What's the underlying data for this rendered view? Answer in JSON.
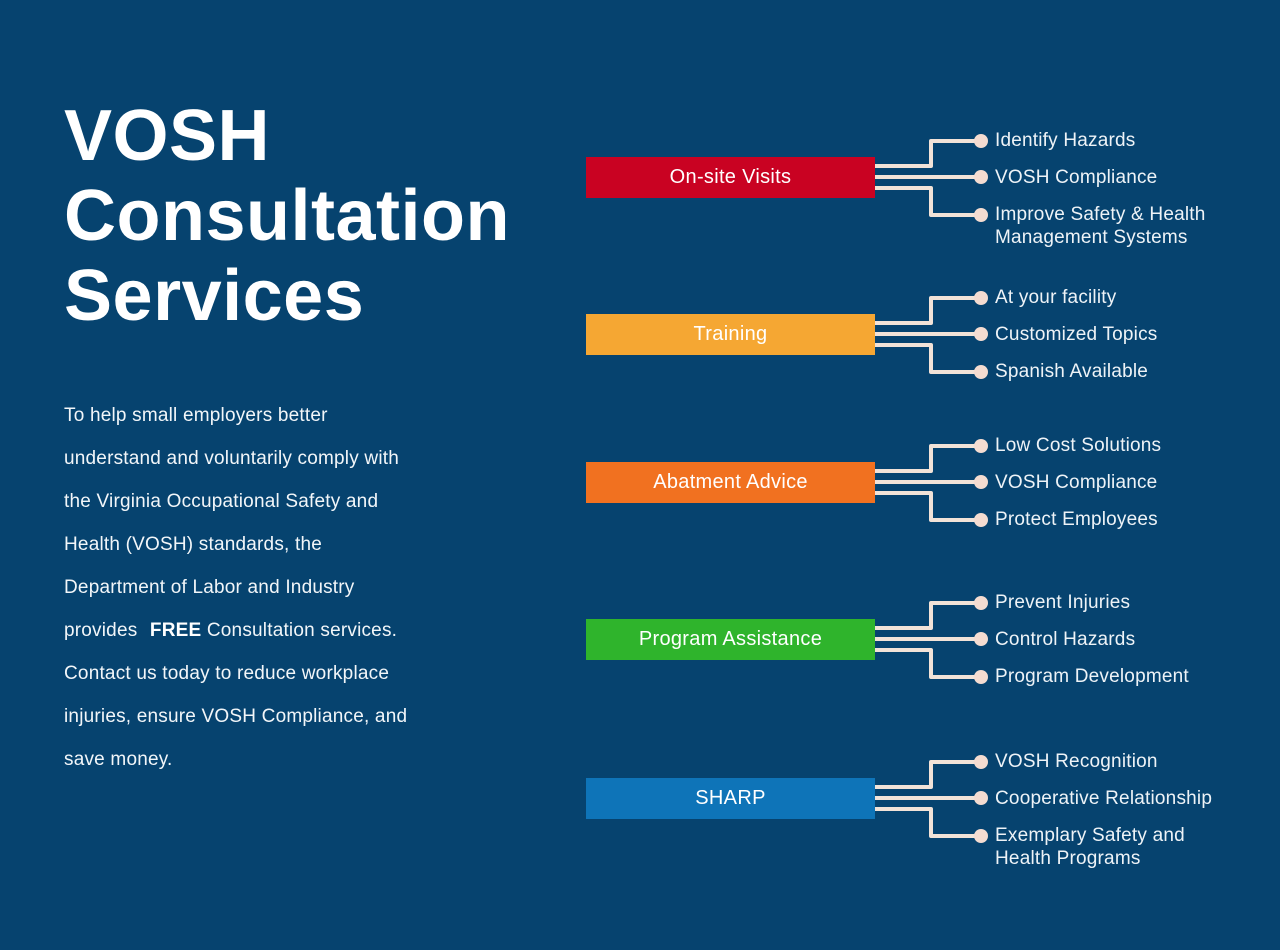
{
  "title": "VOSH\nConsultation\nServices",
  "intro": {
    "before_bold": "To help small employers better\nunderstand and voluntarily comply with\nthe Virginia Occupational Safety and\nHealth (VOSH) standards, the\nDepartment of Labor and Industry\nprovides ",
    "bold": "FREE",
    "after_bold": " Consultation services.\nContact us today to reduce workplace\ninjuries, ensure VOSH Compliance, and\nsave money."
  },
  "colors": {
    "background": "#06436f",
    "title_text": "#ffffff",
    "body_text": "#f2f6f9",
    "connector_line": "#f2e3d8",
    "connector_dot": "#f4dcd1",
    "bar_onsite_visits": "#c90222",
    "bar_training": "#f5a733",
    "bar_abatment_advice": "#f17120",
    "bar_program_assistance": "#2fb42c",
    "bar_sharp": "#0e74b8"
  },
  "services": [
    {
      "label": "On-site Visits",
      "color": "#c90222",
      "bullets": [
        "Identify Hazards",
        "VOSH Compliance",
        "Improve Safety & Health\nManagement Systems"
      ]
    },
    {
      "label": "Training",
      "color": "#f5a733",
      "bullets": [
        "At your facility",
        "Customized Topics",
        "Spanish Available"
      ]
    },
    {
      "label": "Abatment Advice",
      "color": "#f17120",
      "bullets": [
        "Low Cost Solutions",
        "VOSH Compliance",
        "Protect Employees"
      ]
    },
    {
      "label": "Program Assistance",
      "color": "#2fb42c",
      "bullets": [
        "Prevent Injuries",
        "Control Hazards",
        "Program Development"
      ]
    },
    {
      "label": "SHARP",
      "color": "#0e74b8",
      "bullets": [
        "VOSH Recognition",
        "Cooperative Relationship",
        "Exemplary Safety and\nHealth Programs"
      ]
    }
  ]
}
